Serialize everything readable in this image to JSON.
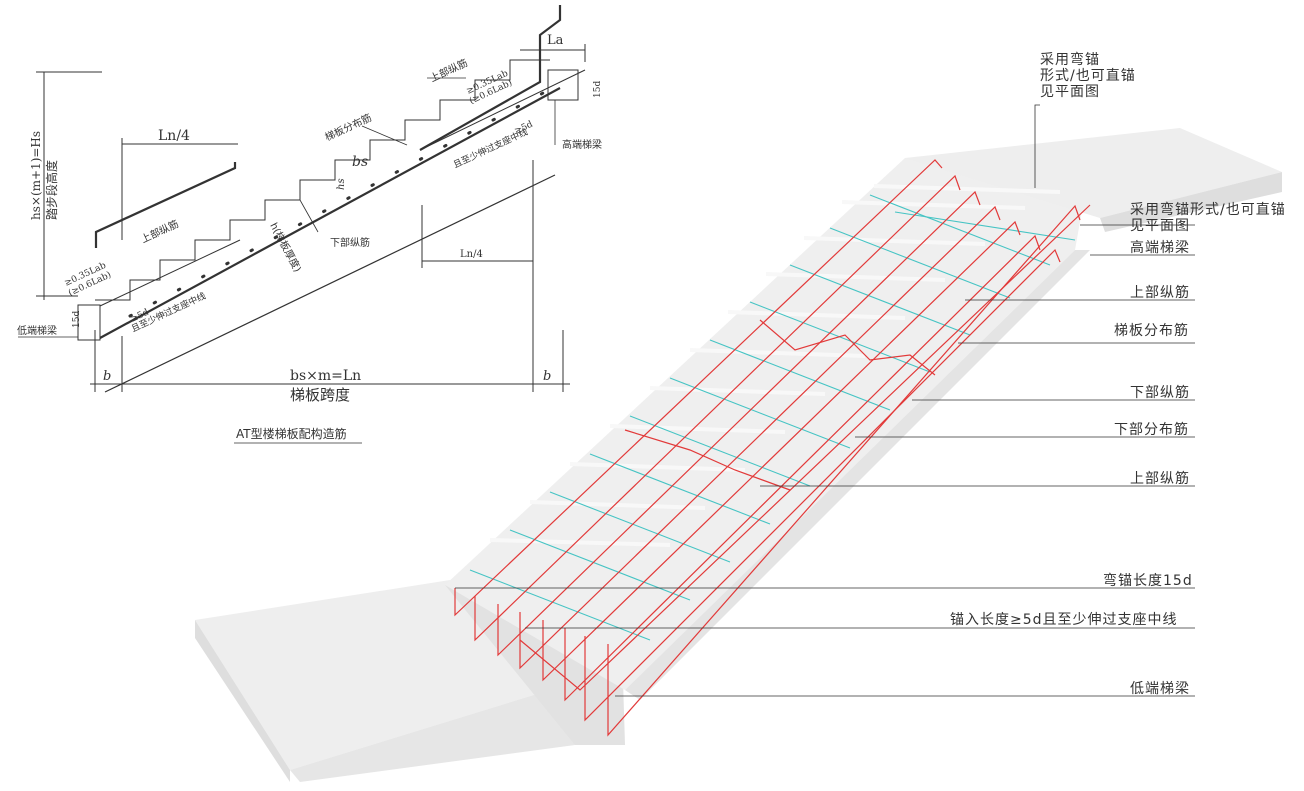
{
  "colors": {
    "line": "#333333",
    "concrete_top": "#eeeeee",
    "concrete_side": "#dedede",
    "rebar_long": "#e23a3a",
    "rebar_dist": "#46c4c4"
  },
  "section": {
    "caption": "AT型楼梯板配构造筋",
    "h_total_label": "hs×(m+1)=Hs",
    "h_total_sub": "踏步段高度",
    "ln4_left": "Ln/4",
    "ln4_right": "Ln/4",
    "upper_long_left": "上部纵筋",
    "upper_long_top": "上部纵筋",
    "dist_bar": "梯板分布筋",
    "lower_long": "下部纵筋",
    "slab_thickness": "h(梯板厚度)",
    "bs": "bs",
    "hs": "hs",
    "la": "La",
    "anchor_035_left": "≥0.35Lab",
    "anchor_06_left": "(≥0.6Lab)",
    "anchor_035_right": "≥0.35Lab",
    "anchor_06_right": "(≥0.6Lab)",
    "d15_left": "15d",
    "d15_right": "15d",
    "ge5d_left": "≥5d",
    "ge5d_right": "≥5d",
    "pass_center_left": "且至少伸过支座中线",
    "pass_center_right": "且至少伸过支座中线",
    "high_beam": "高端梯梁",
    "low_beam": "低端梯梁",
    "b_left": "b",
    "b_right": "b",
    "span_formula": "bs×m=Ln",
    "span_label": "梯板跨度"
  },
  "iso": {
    "callout_top_line1": "采用弯锚",
    "callout_top_line2": "形式/也可直锚",
    "callout_top_line3": "见平面图",
    "callouts": [
      {
        "text": "采用弯锚形式/也可直锚"
      },
      {
        "text": "见平面图"
      },
      {
        "text": "高端梯梁"
      },
      {
        "text": "上部纵筋"
      },
      {
        "text": "梯板分布筋"
      },
      {
        "text": "下部纵筋"
      },
      {
        "text": "下部分布筋"
      },
      {
        "text": "上部纵筋"
      },
      {
        "text": "弯锚长度15d"
      },
      {
        "text": "锚入长度≥5d且至少伸过支座中线"
      },
      {
        "text": "低端梯梁"
      }
    ]
  }
}
